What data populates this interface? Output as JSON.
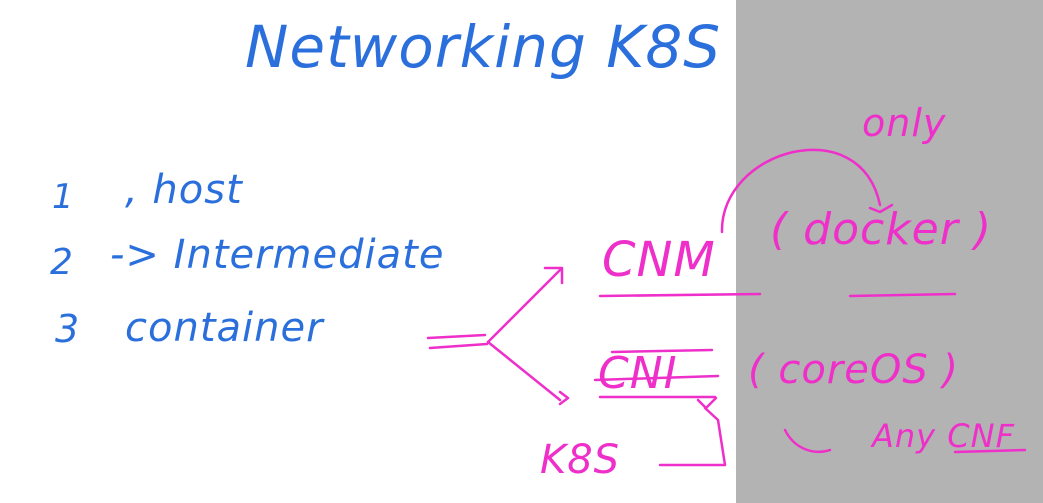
{
  "colors": {
    "background": "#ffffff",
    "panel": "#b3b3b3",
    "blue_ink": "#2a6fdb",
    "pink_ink": "#ee2fc9"
  },
  "title": "Networking K8S",
  "list": [
    {
      "num": "1",
      "text": ", host"
    },
    {
      "num": "2",
      "text": "-> Intermediate"
    },
    {
      "num": "3",
      "text": "container"
    }
  ],
  "arrow_mark": "=",
  "cnm": {
    "label": "CNM",
    "paren": "( docker )"
  },
  "cni": {
    "label": "CNI",
    "paren": "( coreOS )"
  },
  "only": "only",
  "k8s_bottom": "K8S",
  "any_cnf": "Any CNF"
}
